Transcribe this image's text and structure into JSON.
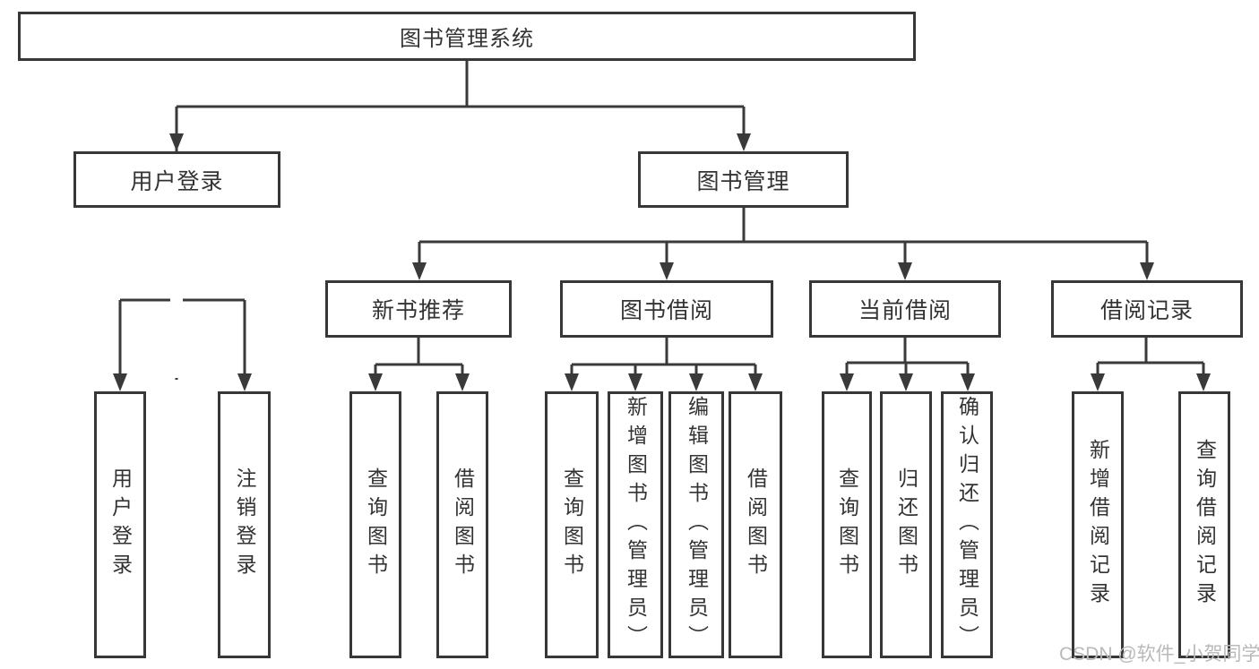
{
  "watermark": "CSDN @软件_小贺同学",
  "tree": {
    "root": {
      "label": "图书管理系统"
    },
    "children": [
      {
        "label": "用户登录",
        "children": [
          {
            "label": "用户登录"
          },
          {
            "label": "注销登录"
          }
        ]
      },
      {
        "label": "图书管理",
        "children": [
          {
            "label": "新书推荐",
            "children": [
              {
                "label": "查询图书"
              },
              {
                "label": "借阅图书"
              }
            ]
          },
          {
            "label": "图书借阅",
            "children": [
              {
                "label": "查询图书"
              },
              {
                "label": "新增图书（管理员）"
              },
              {
                "label": "编辑图书（管理员）"
              },
              {
                "label": "借阅图书"
              }
            ]
          },
          {
            "label": "当前借阅",
            "children": [
              {
                "label": "查询图书"
              },
              {
                "label": "归还图书"
              },
              {
                "label": "确认归还（管理员）"
              }
            ]
          },
          {
            "label": "借阅记录",
            "children": [
              {
                "label": "新增借阅记录"
              },
              {
                "label": "查询借阅记录"
              }
            ]
          }
        ]
      }
    ]
  },
  "colors": {
    "line": "#3a3a3a",
    "border": "#373737",
    "text": "#333333",
    "watermark": "#b9b9b9"
  }
}
